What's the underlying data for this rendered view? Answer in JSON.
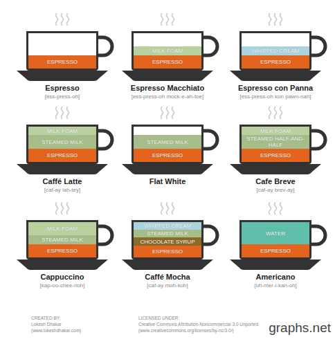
{
  "diagram": {
    "nodes": [
      {
        "text": [
          "Espresso",
          "[ess-press-oh]"
        ]
      },
      {
        "text": [
          "ESPRESSO"
        ],
        "in": 0
      },
      {
        "text": [
          "Espresso Macchiato",
          "[ess-press-oh mock-e-ah-toe]"
        ]
      },
      {
        "text": [
          "MILK FOAM"
        ],
        "in": 2
      },
      {
        "text": [
          "ESPRESSO"
        ],
        "in": 2
      },
      {
        "text": [
          "Espresso con Panna",
          "[ess-press-oh kon pawn-nah]"
        ]
      },
      {
        "text": [
          "WHIPPED CREAM"
        ],
        "in": 5
      },
      {
        "text": [
          "ESPRESSO"
        ],
        "in": 5
      },
      {
        "text": [
          "Caffé Latte",
          "[caf-ay lah-tey]"
        ]
      },
      {
        "text": [
          "MILK FOAM"
        ],
        "in": 8
      },
      {
        "text": [
          "STEAMED MILK"
        ],
        "in": 8
      },
      {
        "text": [
          "ESPRESSO"
        ],
        "in": 8
      },
      {
        "text": [
          "Flat White"
        ]
      },
      {
        "text": [
          "STEAMED MILK"
        ],
        "in": 12
      },
      {
        "text": [
          "ESPRESSO"
        ],
        "in": 12
      },
      {
        "text": [
          "Cafe Breve",
          "[caf-ay brev-ay]"
        ]
      },
      {
        "text": [
          "MILK FOAM"
        ],
        "in": 15
      },
      {
        "text": [
          "STEAMED HALF-AND-HALF"
        ],
        "in": 15
      },
      {
        "text": [
          "ESPRESSO"
        ],
        "in": 15
      },
      {
        "text": [
          "Cappuccino",
          "[kap-oo-chee-noh]"
        ]
      },
      {
        "text": [
          "MILK FOAM"
        ],
        "in": 19
      },
      {
        "text": [
          "STEAMED MILK"
        ],
        "in": 19
      },
      {
        "text": [
          "ESPRESSO"
        ],
        "in": 19
      },
      {
        "text": [
          "Caffé Mocha",
          "[caf-ay moh-kuh]"
        ]
      },
      {
        "text": [
          "WHIPPED CREAM"
        ],
        "in": 23
      },
      {
        "text": [
          "STEAMED MILK"
        ],
        "in": 23
      },
      {
        "text": [
          "CHOCOLATE SYRUP"
        ],
        "in": 23
      },
      {
        "text": [
          "ESPRESSO"
        ],
        "in": 23
      },
      {
        "text": [
          "Americano",
          "[uh-mer-i-kan-oh]"
        ]
      },
      {
        "text": [
          "WATER"
        ],
        "in": 28
      },
      {
        "text": [
          "ESPRESSO"
        ],
        "in": 28
      }
    ],
    "labels": [
      "CREATED BY:",
      "Lokesh Dhakar",
      "(www.lokeshdhakar.com)",
      "LICENSED UNDER:",
      "Creative Commons Attribution-Noncommercial 3.0 Unported",
      "(www.creativecommons.org/licenses/by-nc/3.0/)",
      "graphs.net"
    ]
  }
}
